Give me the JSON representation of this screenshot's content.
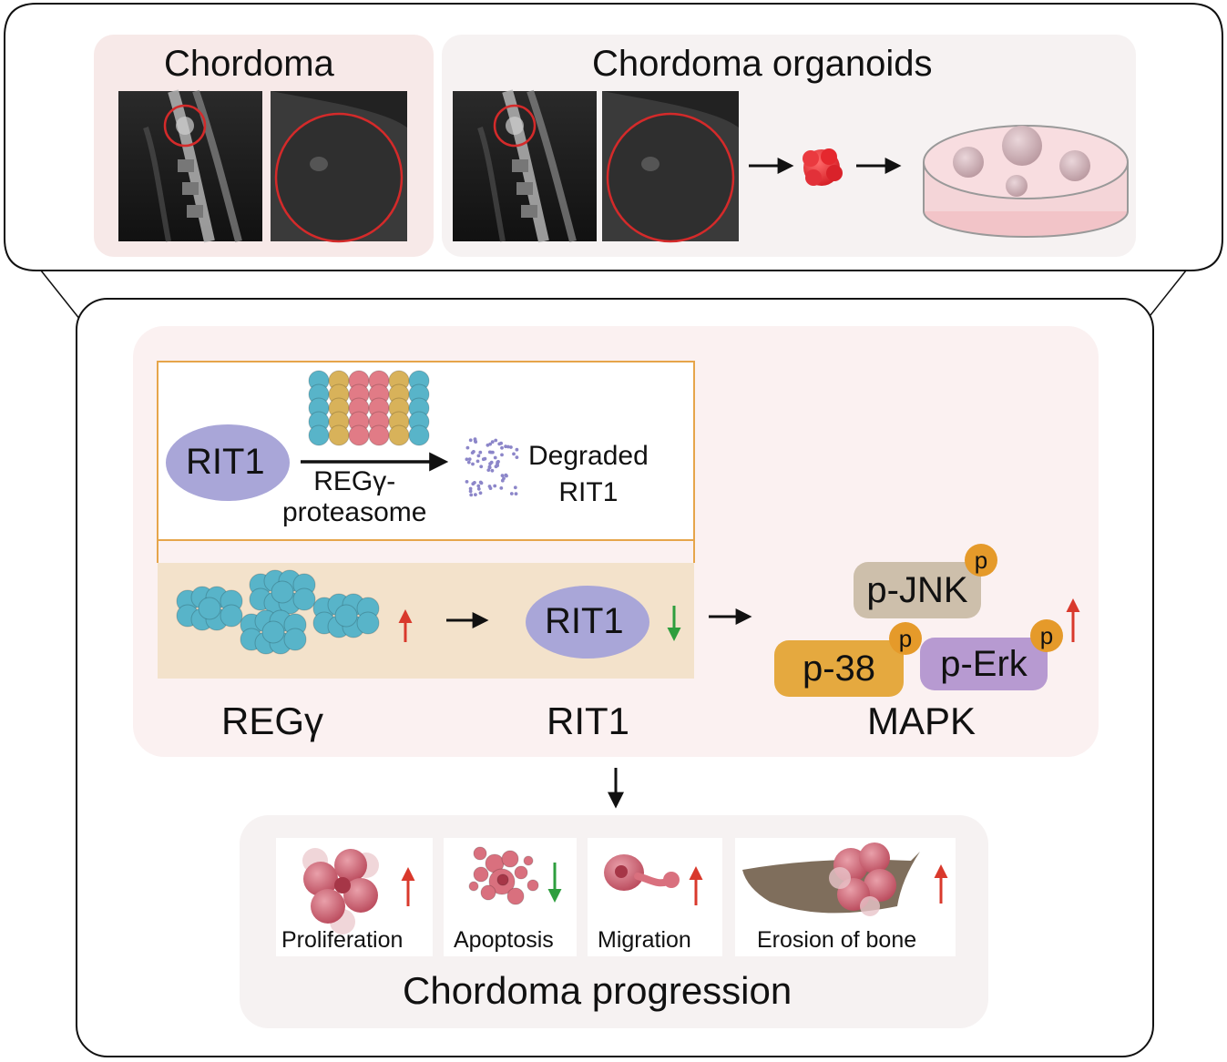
{
  "top_panel": {
    "chordoma_title": "Chordoma",
    "organoids_title": "Chordoma organoids"
  },
  "mechanism": {
    "rit1_node": "RIT1",
    "degradation_arrow_label": [
      "REGγ-",
      "proteasome"
    ],
    "degraded_label": [
      "Degraded",
      "RIT1"
    ],
    "rit1_reduced_node": "RIT1",
    "column_labels": {
      "reg": "REGγ",
      "rit1": "RIT1",
      "mapk": "MAPK"
    },
    "mapk_kinases": [
      {
        "name": "p-JNK",
        "color": "#cdbfab"
      },
      {
        "name": "p-38",
        "color": "#e5a93f"
      },
      {
        "name": "p-Erk",
        "color": "#b79ad1"
      }
    ],
    "phospho_mark": "p"
  },
  "outcomes": {
    "title": "Chordoma progression",
    "items": [
      {
        "label": "Proliferation",
        "trend": "up"
      },
      {
        "label": "Apoptosis",
        "trend": "down"
      },
      {
        "label": "Migration",
        "trend": "up"
      },
      {
        "label": "Erosion of bone",
        "trend": "up"
      }
    ]
  },
  "colors": {
    "up_arrow": "#d9392c",
    "down_arrow": "#2e9e3e",
    "regy_protein": "#58b4c9",
    "rit1_protein": "#a9a6d8",
    "tumor_cell": "#d9707e",
    "panel_tint": "#fbf1f1",
    "highlight_band": "#f3e2cb",
    "box_border": "#e6a54a"
  }
}
